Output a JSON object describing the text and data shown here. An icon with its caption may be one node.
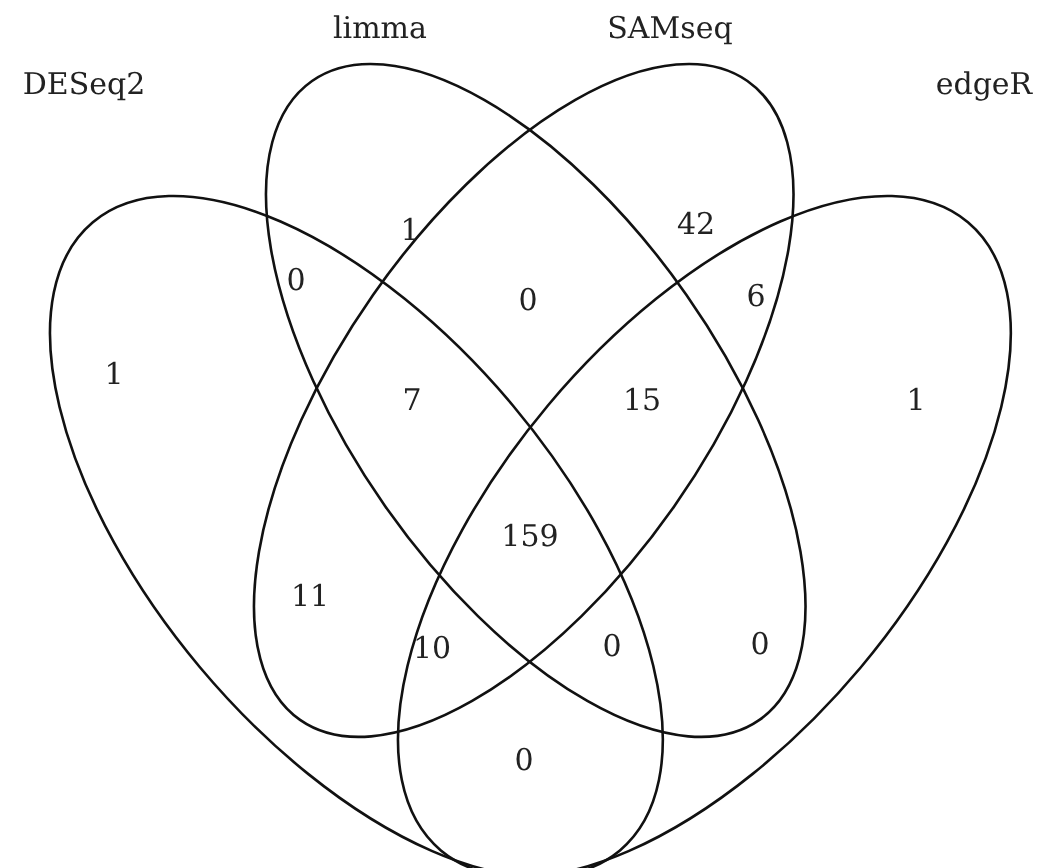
{
  "diagram": {
    "nodes": [
      {
        "text": [
          "DESeq2"
        ]
      },
      {
        "text": [
          "limma"
        ]
      },
      {
        "text": [
          "SAMseq"
        ]
      },
      {
        "text": [
          "edgeR"
        ]
      }
    ],
    "labels": [
      "1",
      "42",
      "0",
      "0",
      "6",
      "1",
      "7",
      "15",
      "1",
      "159",
      "11",
      "10",
      "0",
      "0",
      "0"
    ]
  }
}
